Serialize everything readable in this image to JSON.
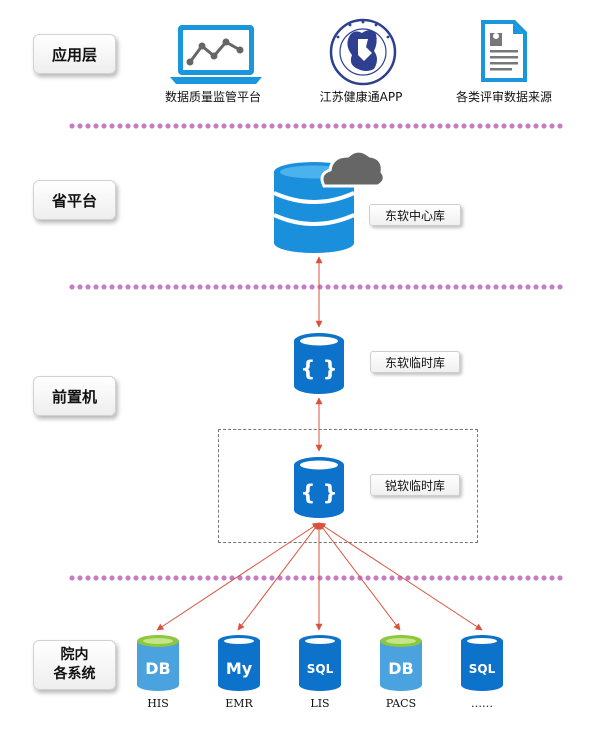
{
  "layers": {
    "app": "应用层",
    "province": "省平台",
    "front": "前置机",
    "hospital": "院内\n各系统"
  },
  "apps": [
    {
      "label": "数据质量监管平台",
      "icon": "monitor-chart-icon"
    },
    {
      "label": "江苏健康通APP",
      "icon": "health-app-seal-icon"
    },
    {
      "label": "各类评审数据来源",
      "icon": "document-icon"
    }
  ],
  "provincial_db": {
    "label": "东软中心库",
    "icon": "cloud-database-icon"
  },
  "front_dbs": [
    {
      "label": "东软临时库",
      "icon": "braces-database-icon"
    },
    {
      "label": "锐软临时库",
      "icon": "braces-database-icon"
    }
  ],
  "systems": [
    {
      "label": "HIS",
      "badge": "DB"
    },
    {
      "label": "EMR",
      "badge": "My"
    },
    {
      "label": "LIS",
      "badge": "SQL"
    },
    {
      "label": "PACS",
      "badge": "DB"
    },
    {
      "label": "……",
      "badge": "SQL"
    }
  ],
  "colors": {
    "db_blue": "#0d72c9",
    "db_light_blue": "#4aa3de",
    "db_green_top": "#8dc63f",
    "arrow": "#d9533c",
    "dots": "#c77ac6",
    "cloud": "#666666"
  }
}
